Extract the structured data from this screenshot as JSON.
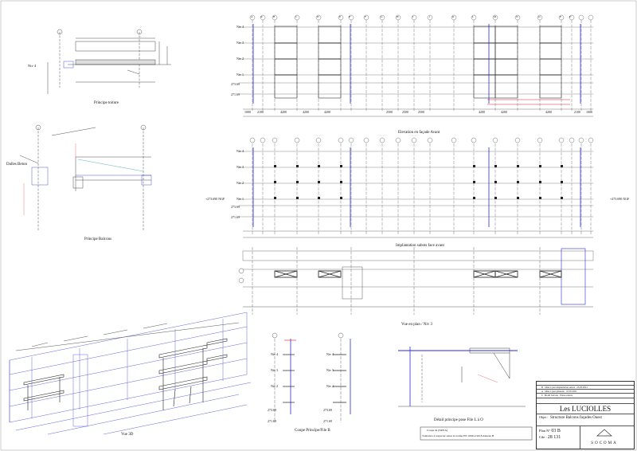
{
  "views": {
    "principe_toiture": "Principe toiture",
    "principe_balcons": "Principe Balcons",
    "elevation": "Elevation en façade Avant",
    "implantation": "Implantation sabots face avant",
    "vue_plan": "Vue en plan / Niv 3",
    "vue_3d": "Vue 3D",
    "coupe": "Coupe Principe/File B",
    "detail": "Détail principe pose File L à O"
  },
  "levels": [
    "Niv 4",
    "Niv 3",
    "Niv 2",
    "Niv 1"
  ],
  "level_elevations": [
    "273.69",
    "271.69"
  ],
  "dalles_beton": "Dalles Beton",
  "grid_row1": [
    "A",
    "A'",
    "B",
    "C",
    "D",
    "E",
    "E'",
    "F",
    "G",
    "H",
    "I",
    "J",
    "K",
    "L",
    "M",
    "N",
    "O",
    "P",
    "P'"
  ],
  "dims": [
    "1000",
    "2100",
    "4200",
    "4200",
    "4200",
    "2500",
    "2500",
    "2500",
    "4200",
    "4200",
    "4200",
    "2100",
    "1000"
  ],
  "ngf_left": "+273.690 NGF",
  "ngf_right": "+273.690 NGF",
  "coupe_label": "Coupe de (NPP A)",
  "tolerance": "Tolérance à respecter selon la norme EN 1090-2:2018 Annexe B",
  "title_block": {
    "project": "Les LUCIOLLES",
    "object_label": "Objet :",
    "object": "Structure Balcons  façades Ouest",
    "plan_label": "Plan N°",
    "plan_no": "03 B",
    "cde_label": "Cde :",
    "cde_no": "28 131",
    "company": "SOCOMA",
    "revisions": [
      {
        "rev": "B",
        "desc": "Mise à jour implantation sabots",
        "date": "25.05.2021"
      },
      {
        "rev": "A",
        "desc": "Mise à jour générale",
        "date": "10.05.2021"
      },
      {
        "rev": "0",
        "desc": "Modif balcons",
        "date": "Plans relevés"
      }
    ]
  }
}
